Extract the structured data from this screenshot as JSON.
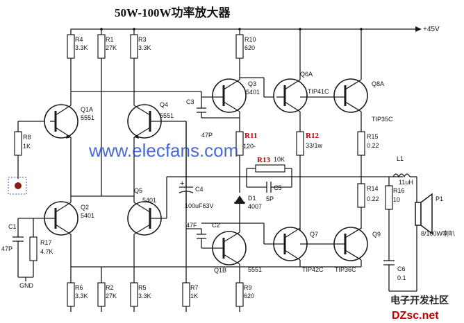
{
  "title": "50W-100W功率放大器",
  "supply": "+45V",
  "watermark": "www.elecfans.com",
  "footer": {
    "brand": "电子开发社区",
    "site": "DZsc.net"
  },
  "labels": {
    "gnd": "GND",
    "R4": "R4",
    "R4v": "3.3K",
    "R1": "R1",
    "R1v": "27K",
    "R3": "R3",
    "R3v": "3.3K",
    "R10": "R10",
    "R10v": "620",
    "R8": "R8",
    "R8v": "1K",
    "R11": "R11",
    "R11v": "120-",
    "R12": "R12",
    "R12v": "33/1w",
    "R13": "R13",
    "R13v": "10K",
    "R15": "R15",
    "R15v": "0.22",
    "R14": "R14",
    "R14v": "0.22",
    "R16": "R16",
    "R16v": "10",
    "R17": "R17",
    "R17v": "4.7K",
    "R6": "R6",
    "R6v": "3.3K",
    "R2": "R2",
    "R2v": "27K",
    "R5": "R5",
    "R5v": "3.3K",
    "R7": "R7",
    "R7v": "1K",
    "R9": "R9",
    "R9v": "620",
    "C1": "C1",
    "C1v": "47P",
    "C2": "C2",
    "C2v": "47F",
    "C3": "C3",
    "C3v": "47P",
    "C4": "C4",
    "C4v": "100uF63V",
    "C5": "C5",
    "C5v": "5P",
    "C6": "C6",
    "C6v": "0.1",
    "L1": "L1",
    "L1v": "11uH",
    "P1": "P1",
    "P1v": "8/100W喇叭",
    "D1": "D1",
    "D1v": "4007",
    "Q1A": "Q1A",
    "Q1Av": "5551",
    "Q1B": "Q1B",
    "Q1Bv": "5551",
    "Q2": "Q2",
    "Q2v": "5401",
    "Q3": "Q3",
    "Q3v": "5401",
    "Q4": "Q4",
    "Q4v": "5551",
    "Q5": "Q5",
    "Q5v": "5401",
    "Q6A": "Q6A",
    "Q6Av": "TIP41C",
    "Q7": "Q7",
    "Q7v": "TIP42C",
    "Q8A": "Q8A",
    "Q8Av": "TIP35C",
    "Q9": "Q9",
    "Q9v": "TIP36C"
  }
}
